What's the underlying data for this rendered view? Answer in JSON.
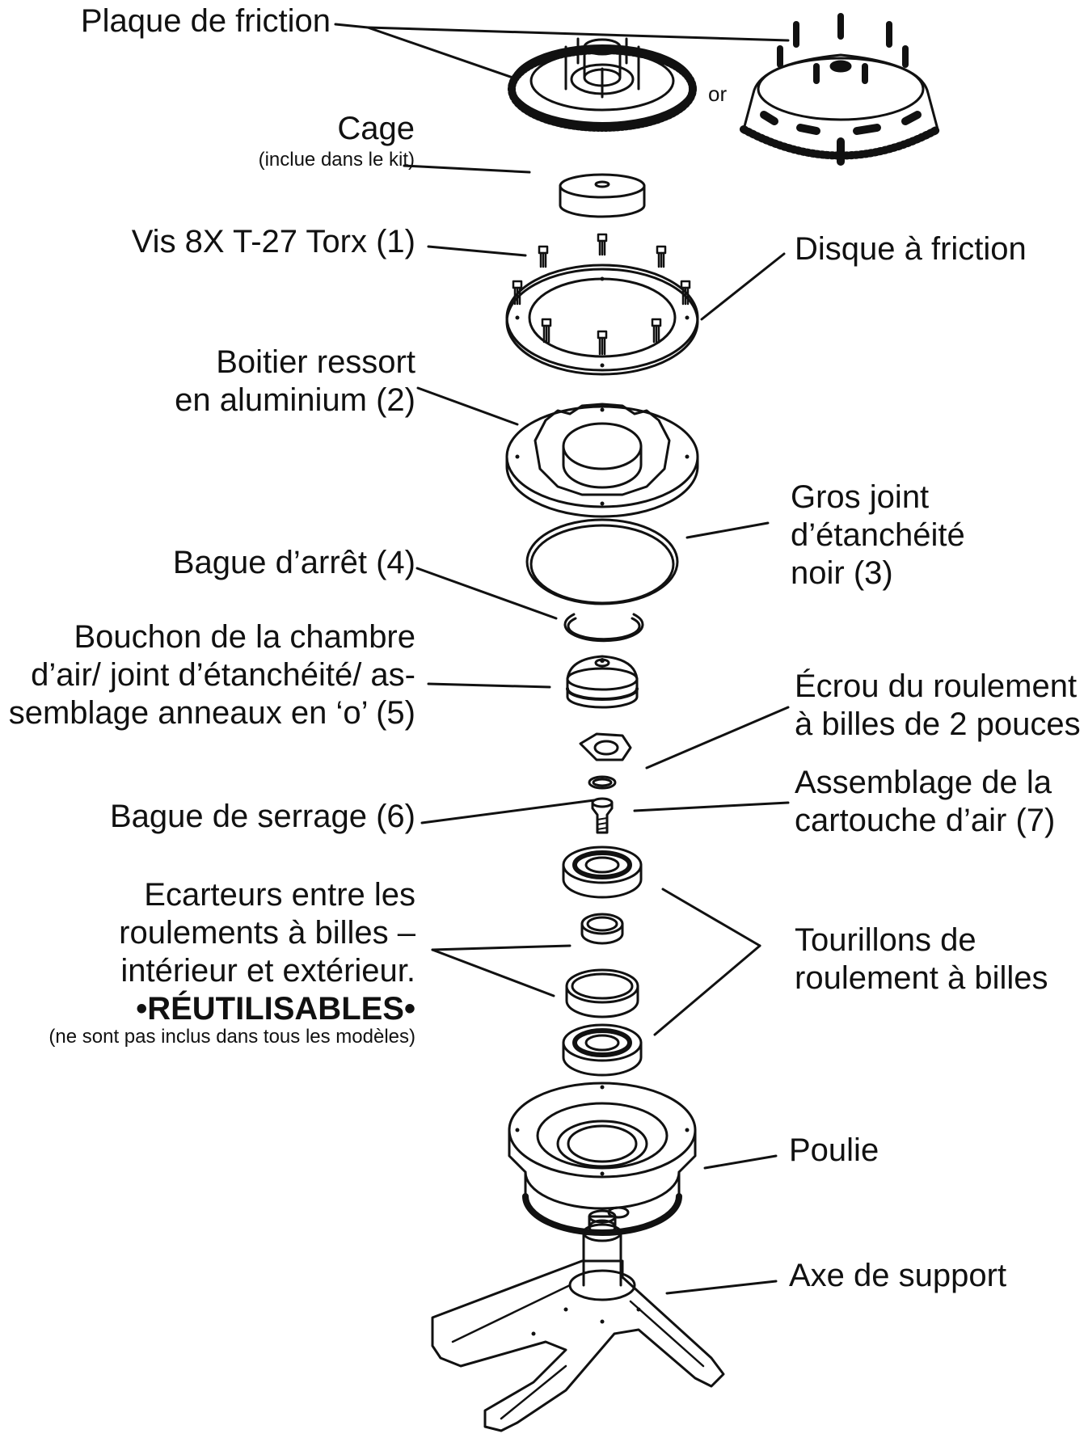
{
  "labels": {
    "plaque": "Plaque de friction",
    "or": "or",
    "cage": "Cage",
    "cage_note": "(inclue dans le kit)",
    "vis": "Vis 8X T-27 Torx (1)",
    "disque": "Disque à friction",
    "boitier_1": "Boitier ressort",
    "boitier_2": "en aluminium (2)",
    "gros_1": "Gros joint",
    "gros_2": "d’étanchéité",
    "gros_3": "noir (3)",
    "bague_arret": "Bague d’arrêt (4)",
    "bouchon_1": "Bouchon de la chambre",
    "bouchon_2": "d’air/ joint d’étanchéité/ as-",
    "bouchon_3": "semblage anneaux en ‘o’ (5)",
    "ecrou_1": "Écrou du roulement",
    "ecrou_2": "à billes de 2 pouces",
    "serrage": "Bague de serrage (6)",
    "cartouche_1": "Assemblage de la",
    "cartouche_2": "cartouche d’air (7)",
    "ecarteurs_1": "Ecarteurs entre les",
    "ecarteurs_2": "roulements à billes –",
    "ecarteurs_3": "intérieur et extérieur.",
    "reutil": "•RÉUTILISABLES•",
    "ecarteurs_note": "(ne sont pas inclus dans tous les modèles)",
    "tourillons_1": "Tourillons de",
    "tourillons_2": "roulement à billes",
    "poulie": "Poulie",
    "axe": "Axe de support"
  },
  "colors": {
    "line": "#111111",
    "dark": "#1a1a1a",
    "background": "#ffffff"
  }
}
